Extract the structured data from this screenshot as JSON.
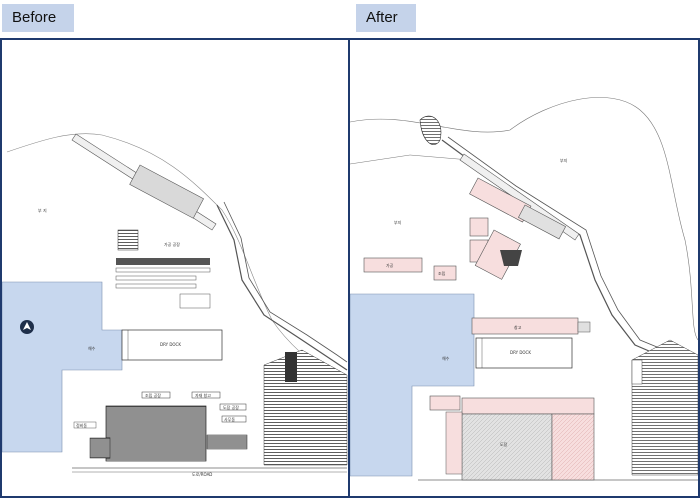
{
  "panels": {
    "before": {
      "tab_label": "Before",
      "labels": {
        "area_nw": "부 지",
        "water": "해수",
        "dry_dock": "DRY DOCK",
        "road": "도로/ROAD",
        "bldg_a": "가공 공장",
        "bldg_b": "조립 공장",
        "bldg_c": "자재 창고",
        "bldg_d": "도장 공장",
        "bldg_e": "사무동",
        "bldg_f": "정비동"
      }
    },
    "after": {
      "tab_label": "After",
      "labels": {
        "area_n": "부지",
        "area_w": "부지",
        "water": "해수",
        "dry_dock": "DRY DOCK",
        "bldg_a": "가공",
        "bldg_b": "조립",
        "bldg_c": "창고",
        "bldg_d": "도장"
      }
    }
  },
  "colors": {
    "frame": "#1f3a6e",
    "tab": "#c5d3ea",
    "water": "#c7d7ee",
    "new_building": "#f7dede",
    "line": "#555555"
  }
}
